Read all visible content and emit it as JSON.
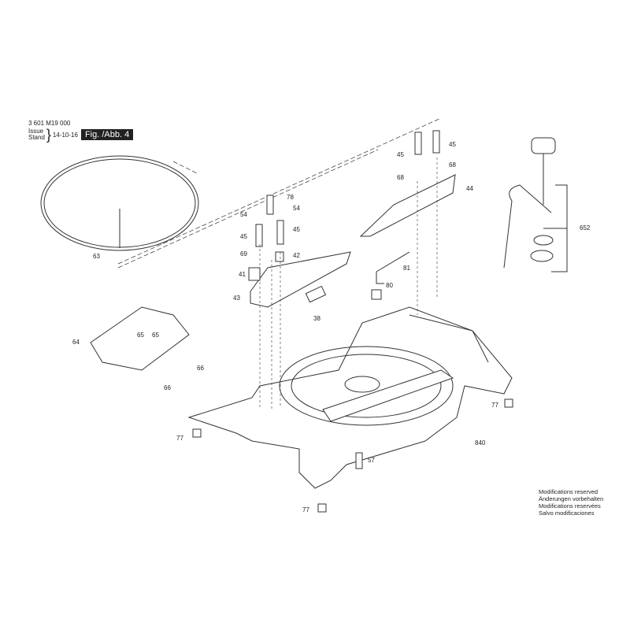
{
  "header": {
    "doc_number": "3 601 M19 000",
    "issue_label": "Issue",
    "stand_label": "Stand",
    "date": "14-10-16",
    "figure": "Fig. /Abb. 4"
  },
  "notice": [
    "Modifications reserved",
    "Änderungen vorbehalten",
    "Modifications reservées",
    "Salvo modificaciones"
  ],
  "labels": [
    "63",
    "78",
    "54",
    "54",
    "45",
    "45",
    "69",
    "42",
    "41",
    "43",
    "38",
    "45",
    "45",
    "68",
    "68",
    "44",
    "652",
    "81",
    "80",
    "64",
    "65",
    "65",
    "66",
    "66",
    "77",
    "77",
    "77",
    "57",
    "840"
  ]
}
